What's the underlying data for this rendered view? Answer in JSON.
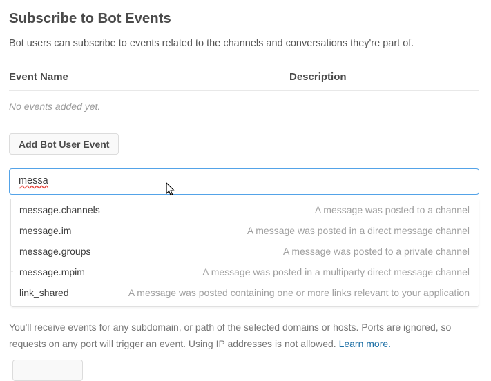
{
  "header": {
    "title": "Subscribe to Bot Events",
    "subtitle": "Bot users can subscribe to events related to the channels and conversations they're part of."
  },
  "events_table": {
    "columns": {
      "event_name": "Event Name",
      "description": "Description"
    },
    "empty_message": "No events added yet."
  },
  "actions": {
    "add_bot_user_event": "Add Bot User Event"
  },
  "search": {
    "value": "messa",
    "placeholder": ""
  },
  "dropdown": {
    "items": [
      {
        "name": "message.channels",
        "description": "A message was posted to a channel"
      },
      {
        "name": "message.im",
        "description": "A message was posted in a direct message channel"
      },
      {
        "name": "message.groups",
        "description": "A message was posted to a private channel"
      },
      {
        "name": "message.mpim",
        "description": "A message was posted in a multiparty direct message channel"
      },
      {
        "name": "link_shared",
        "description": "A message was posted containing one or more links relevant to your application"
      }
    ]
  },
  "help": {
    "text": "You'll receive events for any subdomain, or path of the selected domains or hosts. Ports are ignored, so requests on any port will trigger an event. Using IP addresses is not allowed. ",
    "link_label": "Learn more."
  },
  "colors": {
    "focus_border": "#54a3e8",
    "link": "#1d6fa5",
    "text_primary": "#4a4a4a",
    "text_muted": "#a0a0a0",
    "spellcheck_underline": "#e8453c"
  }
}
